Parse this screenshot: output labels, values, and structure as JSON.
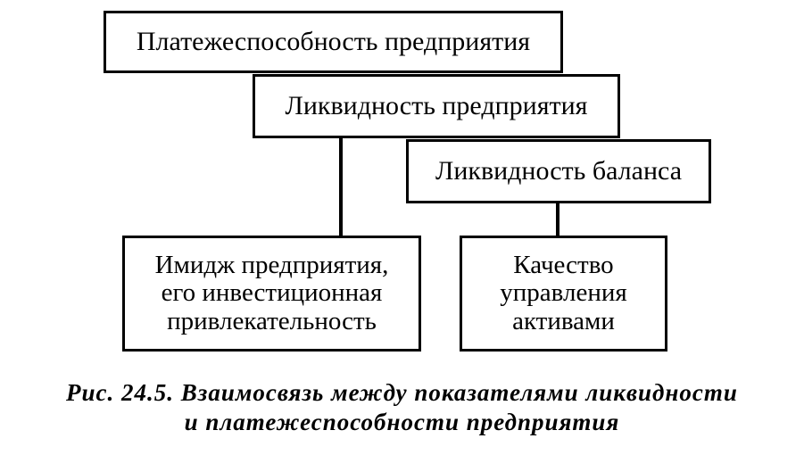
{
  "diagram": {
    "boxes": {
      "solvency": "Платежеспособность предприятия",
      "liquidity_enterprise": "Ликвидность предприятия",
      "liquidity_balance": "Ликвидность баланса",
      "image": [
        "Имидж предприятия,",
        "его инвестиционная",
        "привлекательность"
      ],
      "asset_management": [
        "Качество",
        "управления",
        "активами"
      ]
    }
  },
  "caption": {
    "line1": "Рис. 24.5. Взаимосвязь между показателями ликвидности",
    "line2": "и платежеспособности предприятия"
  }
}
